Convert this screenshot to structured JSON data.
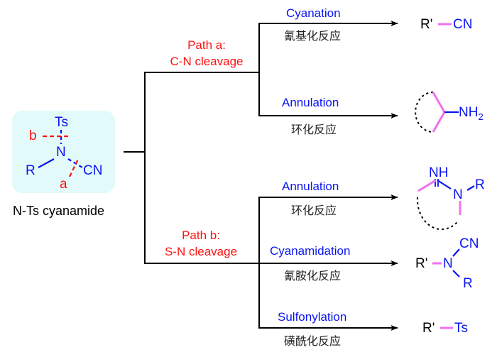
{
  "colors": {
    "atom_blue": "#0a14f0",
    "cleavage_red": "#ff1010",
    "new_bond_pink": "#f070f0",
    "box_bg": "#e2fafa",
    "line_black": "#000000"
  },
  "substrate": {
    "caption": "N-Ts cyanamide",
    "atoms": {
      "ts": "Ts",
      "n": "N",
      "r": "R",
      "cn": "CN"
    },
    "cleavage_labels": {
      "a": "a",
      "b": "b"
    }
  },
  "paths": [
    {
      "id": "a",
      "label_line1": "Path a:",
      "label_line2": "C-N cleavage",
      "reactions": [
        {
          "name_en": "Cyanation",
          "name_cn": "氰基化反应",
          "product": "R'–CN",
          "product_atoms": {
            "r": "R'",
            "cn": "CN"
          }
        },
        {
          "name_en": "Annulation",
          "name_cn": "环化反应",
          "product": "cyclic amine NH2",
          "product_atoms": {
            "nh2": "NH",
            "sub": "2"
          }
        }
      ]
    },
    {
      "id": "b",
      "label_line1": "Path b:",
      "label_line2": "S-N cleavage",
      "reactions": [
        {
          "name_en": "Annulation",
          "name_cn": "环化反应",
          "product": "cyclic amidine",
          "product_atoms": {
            "nh": "NH",
            "n": "N",
            "r": "R"
          }
        },
        {
          "name_en": "Cyanamidation",
          "name_cn": "氰胺化反应",
          "product": "R'N(CN)R",
          "product_atoms": {
            "r1": "R'",
            "n": "N",
            "cn": "CN",
            "r": "R"
          }
        },
        {
          "name_en": "Sulfonylation",
          "name_cn": "磺酰化反应",
          "product": "R'–Ts",
          "product_atoms": {
            "r": "R'",
            "ts": "Ts"
          }
        }
      ]
    }
  ]
}
